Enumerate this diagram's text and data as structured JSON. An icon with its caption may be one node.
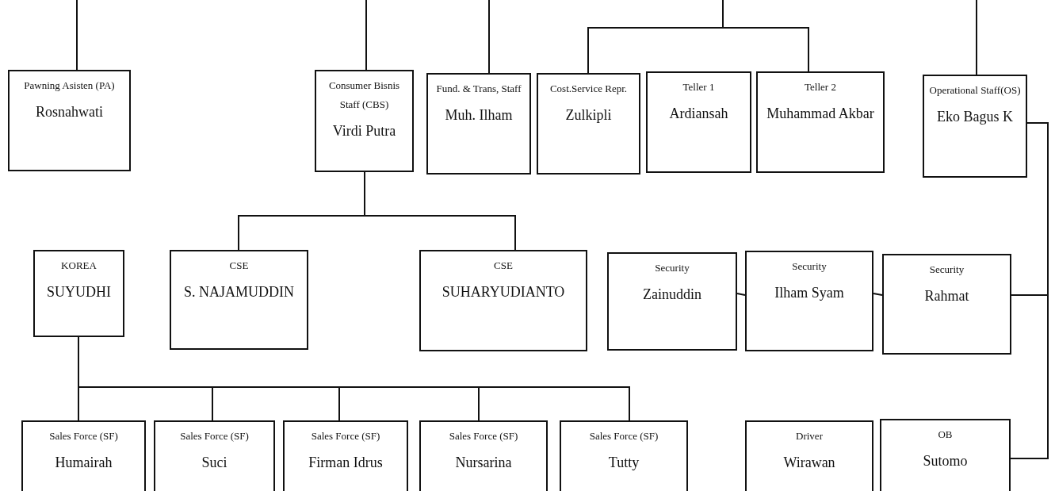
{
  "diagram": {
    "nodes": [
      {
        "text": [
          "Pawning Asisten (PA)",
          "Rosnahwati"
        ]
      },
      {
        "text": [
          "Consumer Bisnis Staff (CBS)",
          "Virdi Putra"
        ]
      },
      {
        "text": [
          "Fund. & Trans, Staff",
          "Muh. Ilham"
        ]
      },
      {
        "text": [
          "Cost.Service Repr.",
          "Zulkipli"
        ]
      },
      {
        "text": [
          "Teller 1",
          "Ardiansah"
        ]
      },
      {
        "text": [
          "Teller 2",
          "Muhammad Akbar"
        ]
      },
      {
        "text": [
          "Operational Staff(OS)",
          "Eko Bagus K"
        ]
      },
      {
        "text": [
          "KOREA",
          "SUYUDHI"
        ]
      },
      {
        "text": [
          "CSE",
          "S. NAJAMUDDIN"
        ]
      },
      {
        "text": [
          "CSE",
          "SUHARYUDIANTO"
        ]
      },
      {
        "text": [
          "Security",
          "Zainuddin"
        ]
      },
      {
        "text": [
          "Security",
          "Ilham Syam"
        ]
      },
      {
        "text": [
          "Security",
          "Rahmat"
        ]
      },
      {
        "text": [
          "Sales Force (SF)",
          "Humairah"
        ]
      },
      {
        "text": [
          "Sales Force (SF)",
          "Suci"
        ]
      },
      {
        "text": [
          "Sales Force (SF)",
          "Firman Idrus"
        ]
      },
      {
        "text": [
          "Sales Force (SF)",
          "Nursarina"
        ]
      },
      {
        "text": [
          "Sales Force (SF)",
          "Tutty"
        ]
      },
      {
        "text": [
          "Driver",
          "Wirawan"
        ]
      },
      {
        "text": [
          "OB",
          "Sutomo"
        ]
      }
    ],
    "edges": [
      {
        "from": null,
        "to": 0,
        "arrow": "none"
      },
      {
        "from": null,
        "to": 1,
        "arrow": "none"
      },
      {
        "from": null,
        "to": 2,
        "arrow": "none"
      },
      {
        "from": null,
        "to": 3,
        "arrow": "none"
      },
      {
        "from": null,
        "to": 5,
        "arrow": "none"
      },
      {
        "from": null,
        "to": 6,
        "arrow": "none"
      },
      {
        "from": 1,
        "to": 8,
        "arrow": "none"
      },
      {
        "from": 1,
        "to": 9,
        "arrow": "none"
      },
      {
        "from": 7,
        "to": 13,
        "arrow": "none"
      },
      {
        "from": 7,
        "to": 14,
        "arrow": "none"
      },
      {
        "from": 7,
        "to": 15,
        "arrow": "none"
      },
      {
        "from": 7,
        "to": 16,
        "arrow": "none"
      },
      {
        "from": 7,
        "to": 17,
        "arrow": "none"
      },
      {
        "from": 6,
        "to": 12,
        "arrow": "none"
      },
      {
        "from": 6,
        "to": 19,
        "arrow": "none"
      },
      {
        "from": 10,
        "to": 11,
        "arrow": "none"
      },
      {
        "from": 11,
        "to": 12,
        "arrow": "none"
      }
    ]
  }
}
